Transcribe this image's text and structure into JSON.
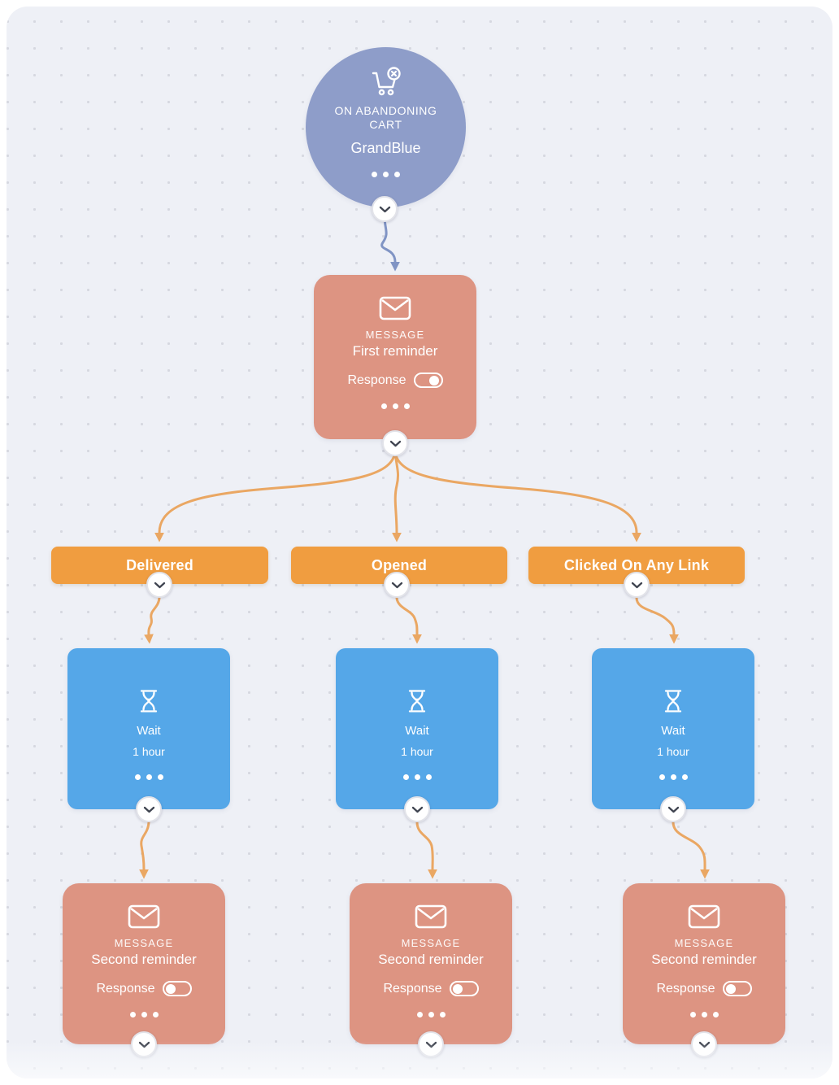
{
  "workflow": {
    "trigger": {
      "label_line1": "ON ABANDONING",
      "label_line2": "CART",
      "source": "GrandBlue"
    },
    "first_message": {
      "type_label": "MESSAGE",
      "title": "First reminder",
      "response_label": "Response",
      "response_on": true
    },
    "branches": [
      {
        "condition": "Delivered",
        "wait": {
          "title": "Wait",
          "duration": "1 hour"
        },
        "message": {
          "type_label": "MESSAGE",
          "title": "Second reminder",
          "response_label": "Response",
          "response_on": false
        }
      },
      {
        "condition": "Opened",
        "wait": {
          "title": "Wait",
          "duration": "1 hour"
        },
        "message": {
          "type_label": "MESSAGE",
          "title": "Second reminder",
          "response_label": "Response",
          "response_on": false
        }
      },
      {
        "condition": "Clicked On Any Link",
        "wait": {
          "title": "Wait",
          "duration": "1 hour"
        },
        "message": {
          "type_label": "MESSAGE",
          "title": "Second reminder",
          "response_label": "Response",
          "response_on": false
        }
      }
    ]
  },
  "colors": {
    "trigger_node": "#8e9dc9",
    "message_node": "#dd9482",
    "condition_node": "#f09d40",
    "wait_node": "#55a7e8",
    "connector_blue": "#8094c4",
    "connector_orange": "#eaa763",
    "canvas_bg": "#eef0f6"
  },
  "icons": {
    "trigger": "abandoned-cart-icon",
    "message": "envelope-icon",
    "wait": "hourglass-icon",
    "expand": "chevron-down-icon",
    "menu": "ellipsis-icon"
  }
}
